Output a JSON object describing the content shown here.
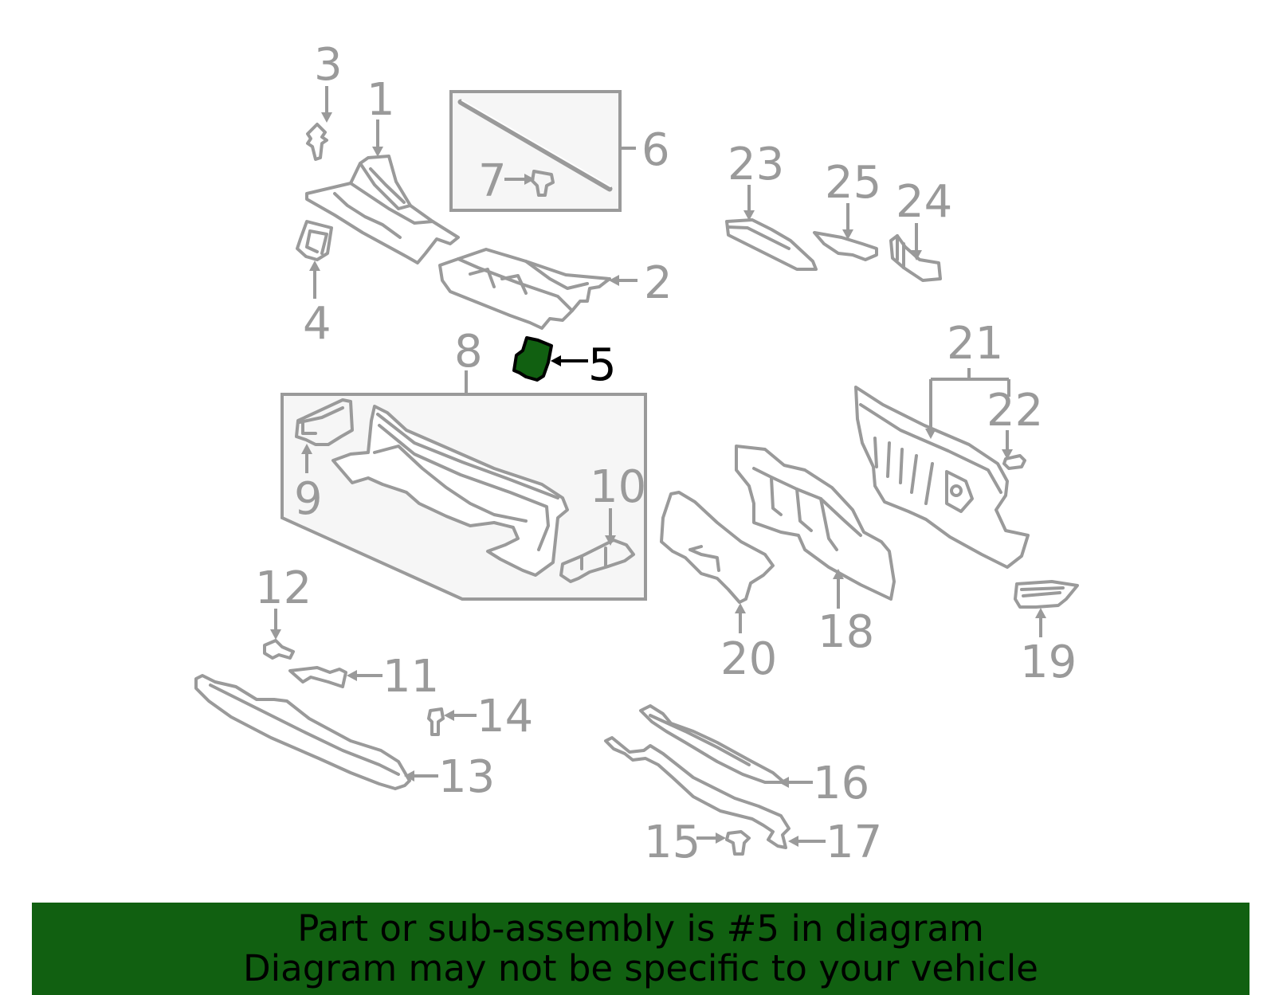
{
  "callouts": {
    "c1": "1",
    "c2": "2",
    "c3": "3",
    "c4": "4",
    "c5": "5",
    "c6": "6",
    "c7": "7",
    "c8": "8",
    "c9": "9",
    "c10": "10",
    "c11": "11",
    "c12": "12",
    "c13": "13",
    "c14": "14",
    "c15": "15",
    "c16": "16",
    "c17": "17",
    "c18": "18",
    "c19": "19",
    "c20": "20",
    "c21": "21",
    "c22": "22",
    "c23": "23",
    "c24": "24",
    "c25": "25"
  },
  "highlight": {
    "part_number": "5",
    "color": "#116011"
  },
  "colors": {
    "line": "#9a9a9a",
    "banner": "#116011",
    "box_fill": "#f6f6f6"
  },
  "banner": {
    "line1": "Part or sub-assembly is #5 in diagram",
    "line2": "Diagram may not be specific to your vehicle"
  }
}
